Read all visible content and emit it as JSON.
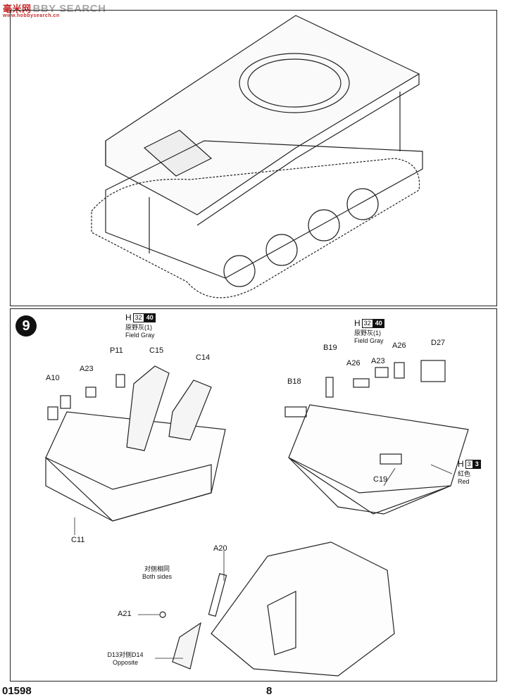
{
  "watermark": {
    "cn": "毫米网",
    "text": "BBY SEARCH",
    "sub": "www.hobbysearch.cn"
  },
  "step": {
    "number": "9"
  },
  "paints": [
    {
      "letter": "H",
      "code": "32",
      "alt": "40",
      "cn": "原野灰(1)",
      "en": "Field Gray"
    },
    {
      "letter": "H",
      "code": "32",
      "alt": "40",
      "cn": "原野灰(1)",
      "en": "Field Gray"
    },
    {
      "letter": "H",
      "code": "3",
      "alt": "3",
      "cn": "紅色",
      "en": "Red"
    }
  ],
  "parts_left": [
    "P11",
    "C15",
    "C14",
    "A23",
    "A10",
    "C11"
  ],
  "parts_right": [
    "B19",
    "A26",
    "D27",
    "A26",
    "A23",
    "B18",
    "C19"
  ],
  "parts_bottom": [
    "A20",
    "A21"
  ],
  "notes": {
    "both_cn": "对侧相同",
    "both_en": "Both sides",
    "opp_cn": "D13对侧D14",
    "opp_en": "Opposite"
  },
  "footer": {
    "code": "01598",
    "page": "8"
  }
}
